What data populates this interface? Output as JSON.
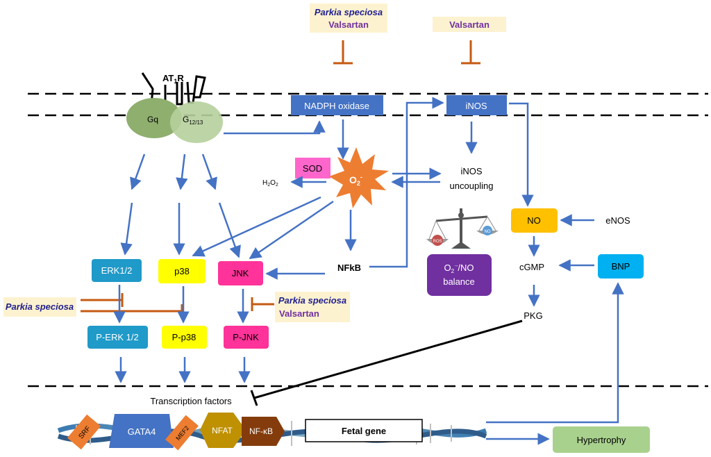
{
  "drugs": {
    "top_left": {
      "line1": "Parkia speciosa",
      "line2": "Valsartan"
    },
    "top_right": {
      "line1": "Valsartan"
    },
    "left_mid": {
      "line1": "Parkia speciosa"
    },
    "right_mid": {
      "line1": "Parkia speciosa",
      "line2": "Valsartan"
    }
  },
  "receptor": {
    "label": "AT",
    "label_sub": "1",
    "label_end": "R",
    "gq": "Gq",
    "g12": "G",
    "g12_sub": "12/13"
  },
  "nodes": {
    "nadph": "NADPH oxidase",
    "inos": "iNOS",
    "sod": "SOD",
    "h2o2": "H",
    "h2o2_sub1": "2",
    "h2o2_mid": "O",
    "h2o2_sub2": "2",
    "o2": "O",
    "o2_sub": "2",
    "o2_sup": "-",
    "inos_uncoupling_1": "iNOS",
    "inos_uncoupling_2": "uncoupling",
    "erk": "ERK1/2",
    "p38": "p38",
    "jnk": "JNK",
    "nfkb": "NFkB",
    "balance_1_a": "O",
    "balance_1_sub": "2",
    "balance_1_sup": "·-",
    "balance_1_b": "/NO",
    "balance_2": "balance",
    "no": "NO",
    "enos": "eNOS",
    "cgmp": "cGMP",
    "bnp": "BNP",
    "pkg": "PKG",
    "perk": "P-ERK 1/2",
    "pp38": "P-p38",
    "pjnk": "P-JNK",
    "tf": "Transcription factors",
    "hypertrophy": "Hypertrophy"
  },
  "dna": {
    "srf": "SRF",
    "gata4": "GATA4",
    "mef2": "MEF2",
    "nfat": "NFAT",
    "nfkb": "NF-κB",
    "fetal": "Fetal gene"
  },
  "scale_labels": {
    "left": "ROS",
    "right": "NO"
  },
  "colors": {
    "arrow": "#4472c4",
    "inhibit": "#c55a11",
    "drug_box": "#fdf2d0",
    "drug_name": "#1f1f8f",
    "drug_valsartan": "#7030a0",
    "nadph": "#4472c4",
    "sod": "#ff66cc",
    "o2_star": "#ed7d31",
    "erk": "#1f9ac9",
    "p38": "#ffff00",
    "jnk": "#ff3399",
    "balance": "#7030a0",
    "no": "#ffc000",
    "bnp": "#00b0f0",
    "hypertrophy": "#a9d18e",
    "gq": "#8faf6f",
    "gata4": "#4472c4",
    "srf": "#ed7d31",
    "nfat": "#bf9000",
    "nfkb_dna": "#843c0c"
  }
}
